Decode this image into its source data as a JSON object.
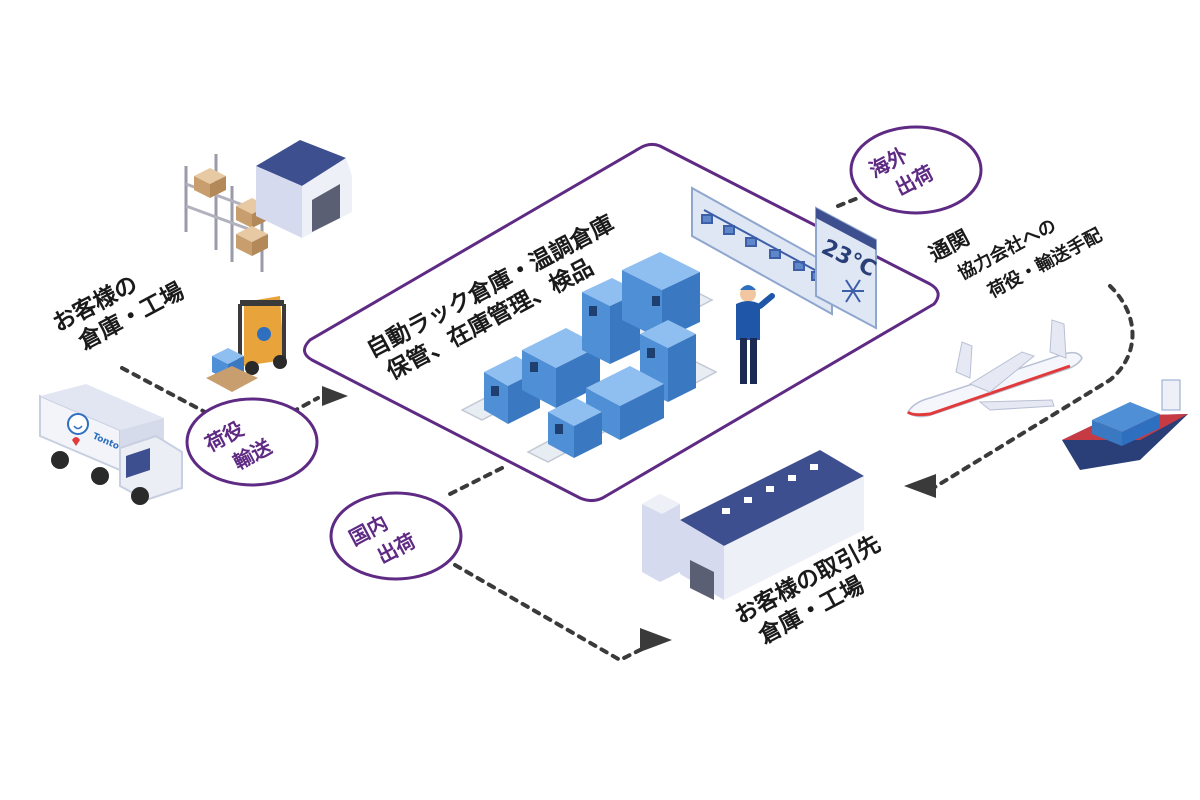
{
  "customer_warehouse": {
    "line1": "お客様の",
    "line2": "倉庫・工場"
  },
  "center": {
    "line1": "自動ラック倉庫・温調倉庫",
    "line2": "保管、在庫管理、検品",
    "temperature": "23℃"
  },
  "badges": {
    "overseas": {
      "line1": "海外",
      "line2": "出荷"
    },
    "cargo": {
      "line1": "荷役",
      "line2": "輸送"
    },
    "domestic": {
      "line1": "国内",
      "line2": "出荷"
    }
  },
  "customs": {
    "line1": "通関",
    "line2": "協力会社への",
    "line3": "荷役・輸送手配"
  },
  "destination": {
    "line1": "お客様の取引先",
    "line2": "倉庫・工場"
  },
  "truck_logo": "Tonto",
  "colors": {
    "accent_purple": "#5e2a84",
    "navy": "#3d4f8f",
    "box_blue": "#4f8fd6",
    "flow_line": "#3a3a3a"
  }
}
